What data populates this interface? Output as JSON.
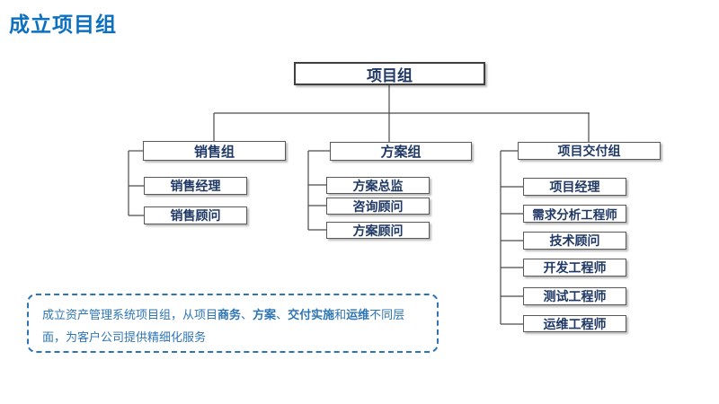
{
  "slide": {
    "title": "成立项目组"
  },
  "org_chart": {
    "root": {
      "label": "项目组"
    },
    "groups": [
      {
        "label": "销售组",
        "children": [
          {
            "label": "销售经理"
          },
          {
            "label": "销售顾问"
          }
        ]
      },
      {
        "label": "方案组",
        "children": [
          {
            "label": "方案总监"
          },
          {
            "label": "咨询顾问"
          },
          {
            "label": "方案顾问"
          }
        ]
      },
      {
        "label": "项目交付组",
        "children": [
          {
            "label": "项目经理"
          },
          {
            "label": "需求分析工程师"
          },
          {
            "label": "技术顾问"
          },
          {
            "label": "开发工程师"
          },
          {
            "label": "测试工程师"
          },
          {
            "label": "运维工程师"
          }
        ]
      }
    ]
  },
  "note": {
    "segments": [
      {
        "text": "成立资产管理系统项目组，从项目",
        "bold": false
      },
      {
        "text": "商务",
        "bold": true
      },
      {
        "text": "、",
        "bold": false
      },
      {
        "text": "方案",
        "bold": true
      },
      {
        "text": "、",
        "bold": false
      },
      {
        "text": "交付实施",
        "bold": true
      },
      {
        "text": "和",
        "bold": false
      },
      {
        "text": "运维",
        "bold": true
      },
      {
        "text": "不同层面，为客户公司提供精细化服务",
        "bold": false
      }
    ]
  },
  "colors": {
    "title_blue": "#0B70C0",
    "node_text_navy": "#1F3864",
    "node_border_gray": "#595959",
    "connector_gray": "#4A4A4A",
    "note_accent_blue": "#2E75B6",
    "background": "#FFFFFF"
  }
}
